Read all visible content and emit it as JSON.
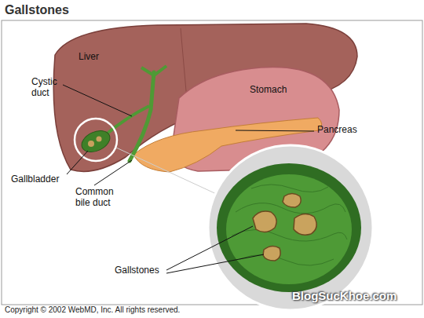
{
  "diagram": {
    "title": "Gallstones",
    "labels": [
      "Liver",
      "Cystic duct",
      "Stomach",
      "Pancreas",
      "Gallbladder",
      "Common bile duct",
      "Gallstones",
      "Copyright © 2002 WebMD, Inc. All rights reserved.",
      "BlogSucKhoe.com"
    ]
  }
}
